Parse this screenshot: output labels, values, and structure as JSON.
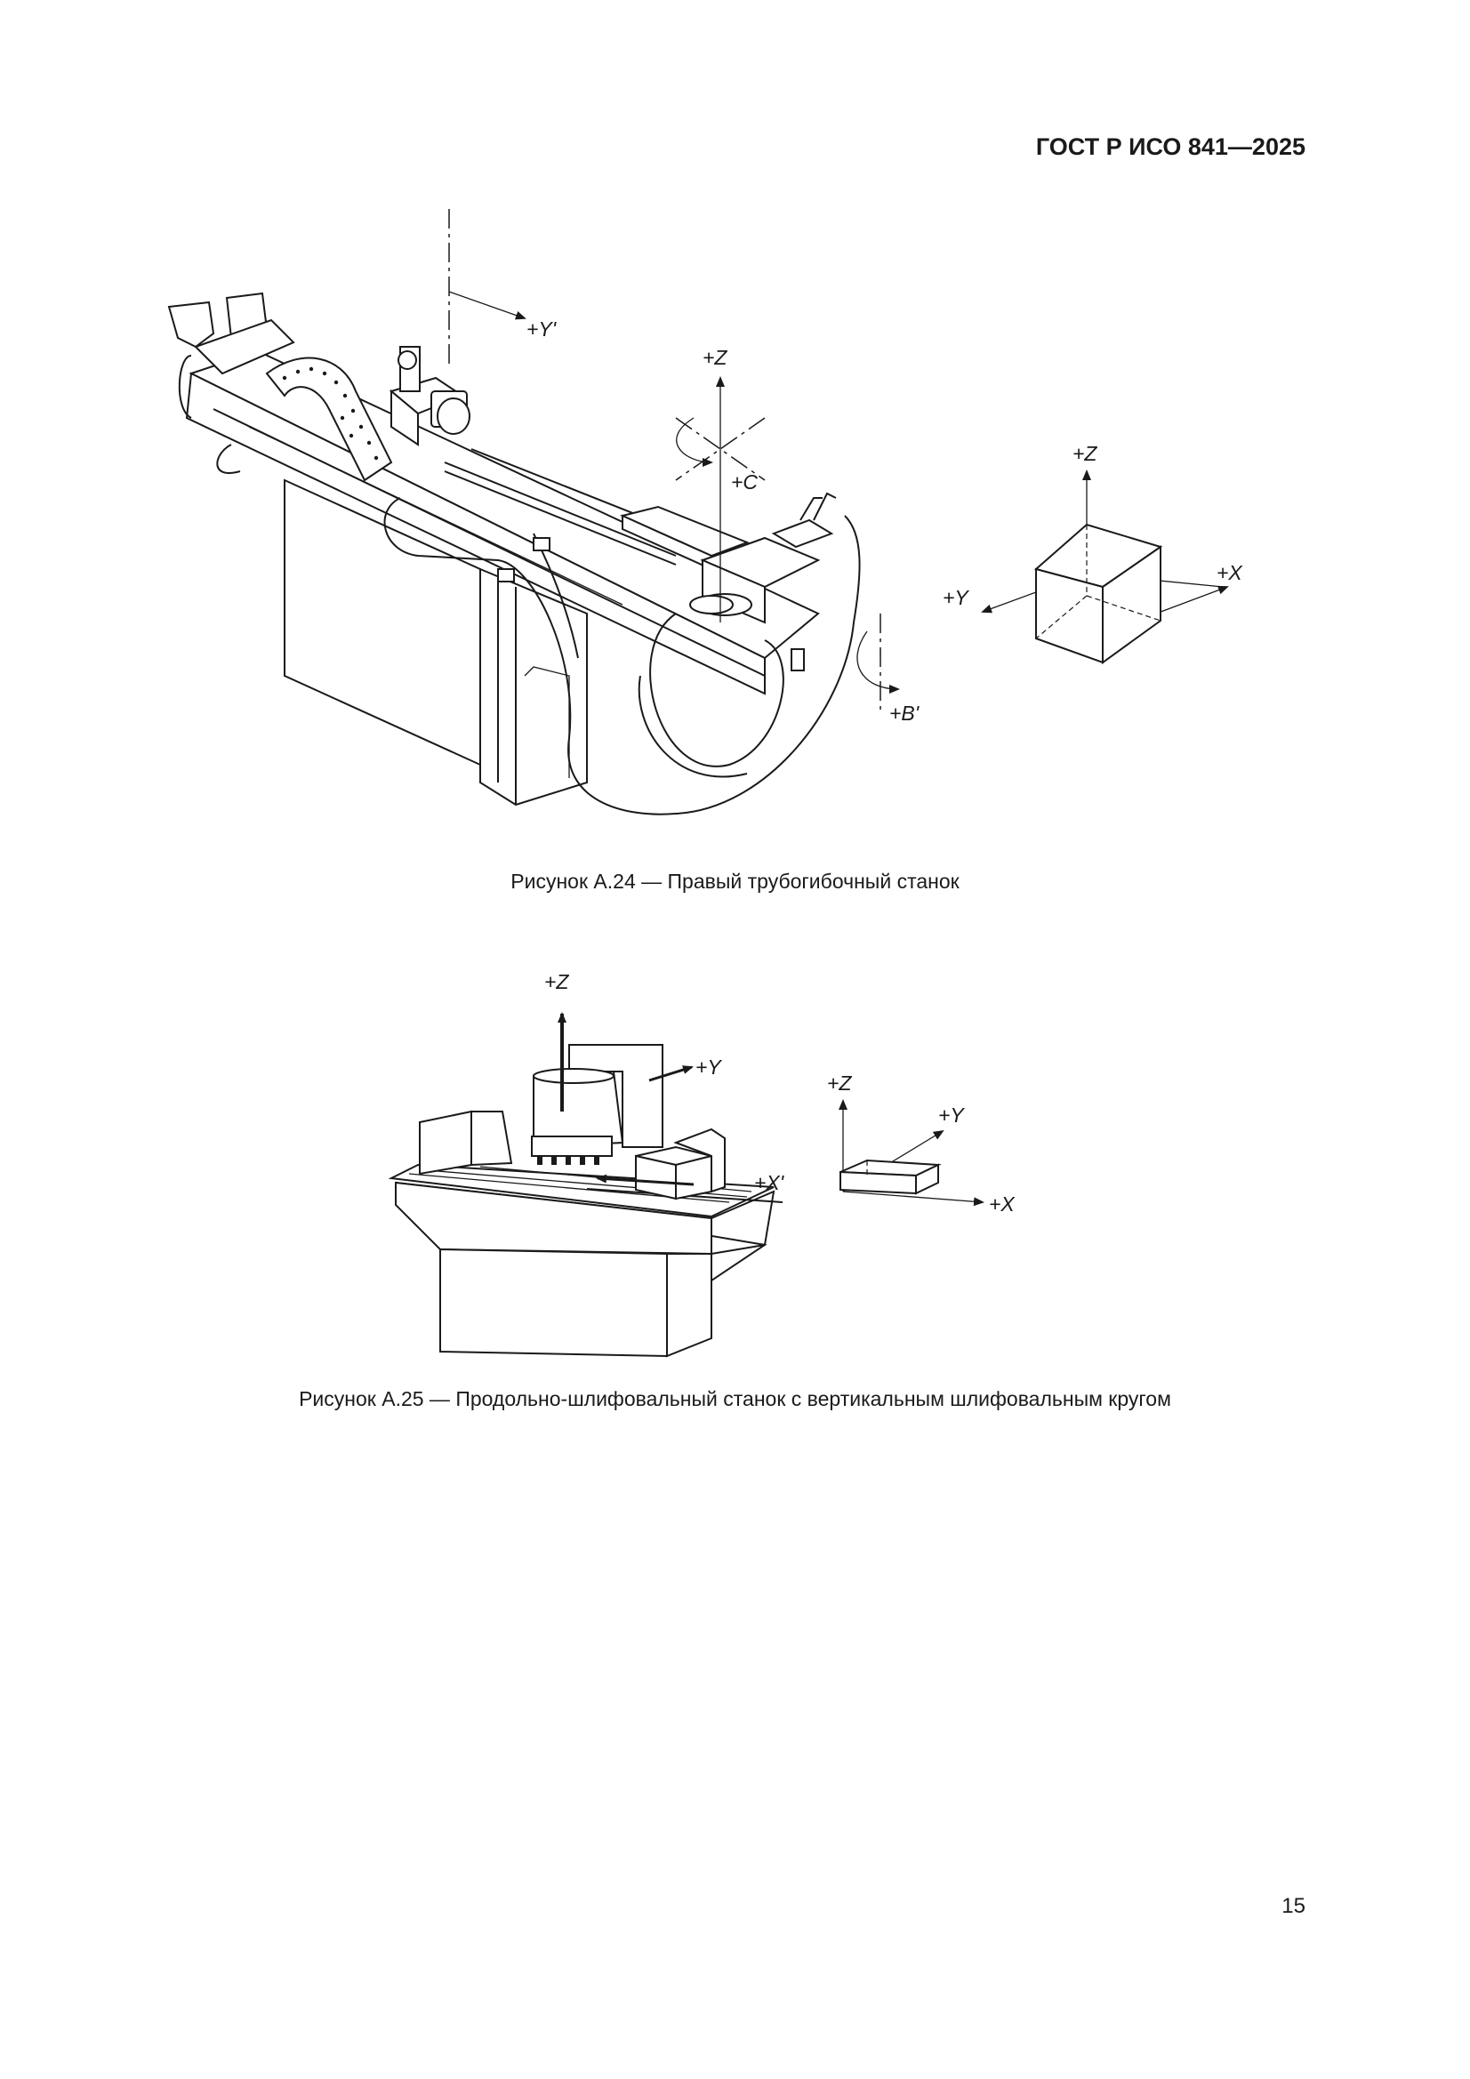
{
  "header": {
    "title": "ГОСТ Р ИСО 841—2025"
  },
  "figure_a24": {
    "caption": "Рисунок А.24 — Правый трубогибочный станок",
    "labels": {
      "y_prime": "+Y'",
      "z": "+Z",
      "c": "+C",
      "b_prime": "+B'",
      "axes_z": "+Z",
      "axes_y": "+Y",
      "axes_x": "+X"
    }
  },
  "figure_a25": {
    "caption": "Рисунок А.25 — Продольно-шлифовальный станок с вертикальным шлифовальным кругом",
    "labels": {
      "z": "+Z",
      "y": "+Y",
      "x_prime": "+X'",
      "axes_z": "+Z",
      "axes_y": "+Y",
      "axes_x": "+X"
    }
  },
  "footer": {
    "page_number": "15"
  }
}
